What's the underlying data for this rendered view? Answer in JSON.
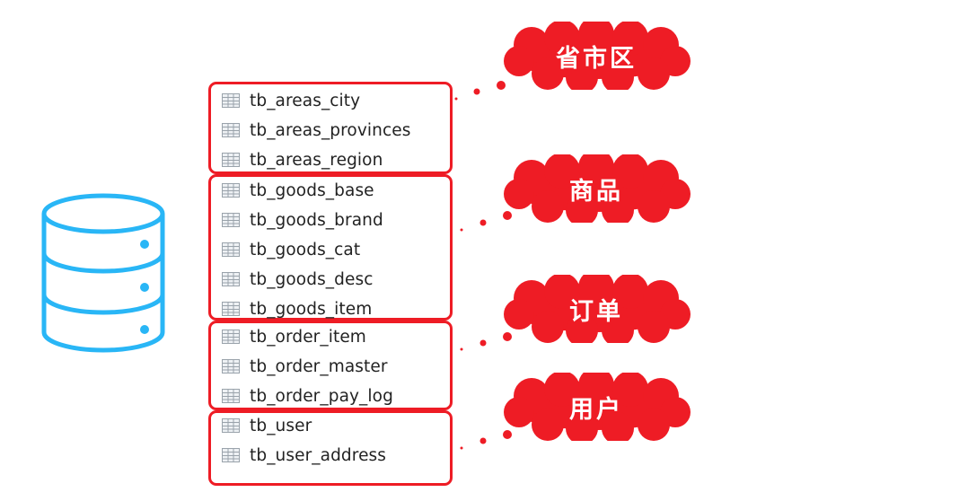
{
  "database_icon": {
    "name": "database-icon",
    "color": "#29b6f6"
  },
  "table_icon": {
    "name": "table-grid-icon",
    "color": "#9aa3ab"
  },
  "accent_color": "#ee1c25",
  "groups": [
    {
      "label": "省市区",
      "tables": [
        "tb_areas_city",
        "tb_areas_provinces",
        "tb_areas_region"
      ]
    },
    {
      "label": "商品",
      "tables": [
        "tb_goods_base",
        "tb_goods_brand",
        "tb_goods_cat",
        "tb_goods_desc",
        "tb_goods_item"
      ]
    },
    {
      "label": "订单",
      "tables": [
        "tb_order_item",
        "tb_order_master",
        "tb_order_pay_log"
      ]
    },
    {
      "label": "用户",
      "tables": [
        "tb_user",
        "tb_user_address"
      ]
    }
  ]
}
